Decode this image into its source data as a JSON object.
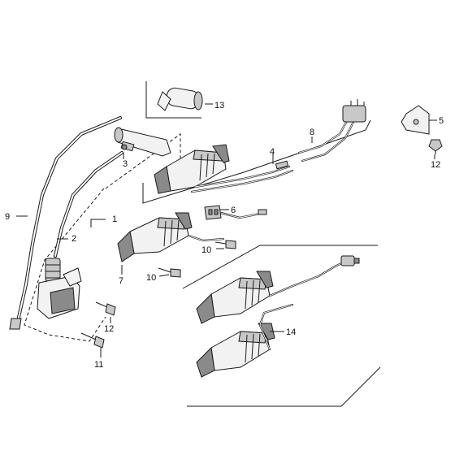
{
  "diagram": {
    "callouts": [
      {
        "id": "1",
        "label": "1"
      },
      {
        "id": "2",
        "label": "2"
      },
      {
        "id": "3",
        "label": "3"
      },
      {
        "id": "4",
        "label": "4"
      },
      {
        "id": "5",
        "label": "5"
      },
      {
        "id": "6",
        "label": "6"
      },
      {
        "id": "7",
        "label": "7"
      },
      {
        "id": "8",
        "label": "8"
      },
      {
        "id": "9",
        "label": "9"
      },
      {
        "id": "10a",
        "label": "10"
      },
      {
        "id": "10b",
        "label": "10"
      },
      {
        "id": "11",
        "label": "11"
      },
      {
        "id": "12a",
        "label": "12"
      },
      {
        "id": "12b",
        "label": "12"
      },
      {
        "id": "13",
        "label": "13"
      },
      {
        "id": "14",
        "label": "14"
      }
    ]
  }
}
